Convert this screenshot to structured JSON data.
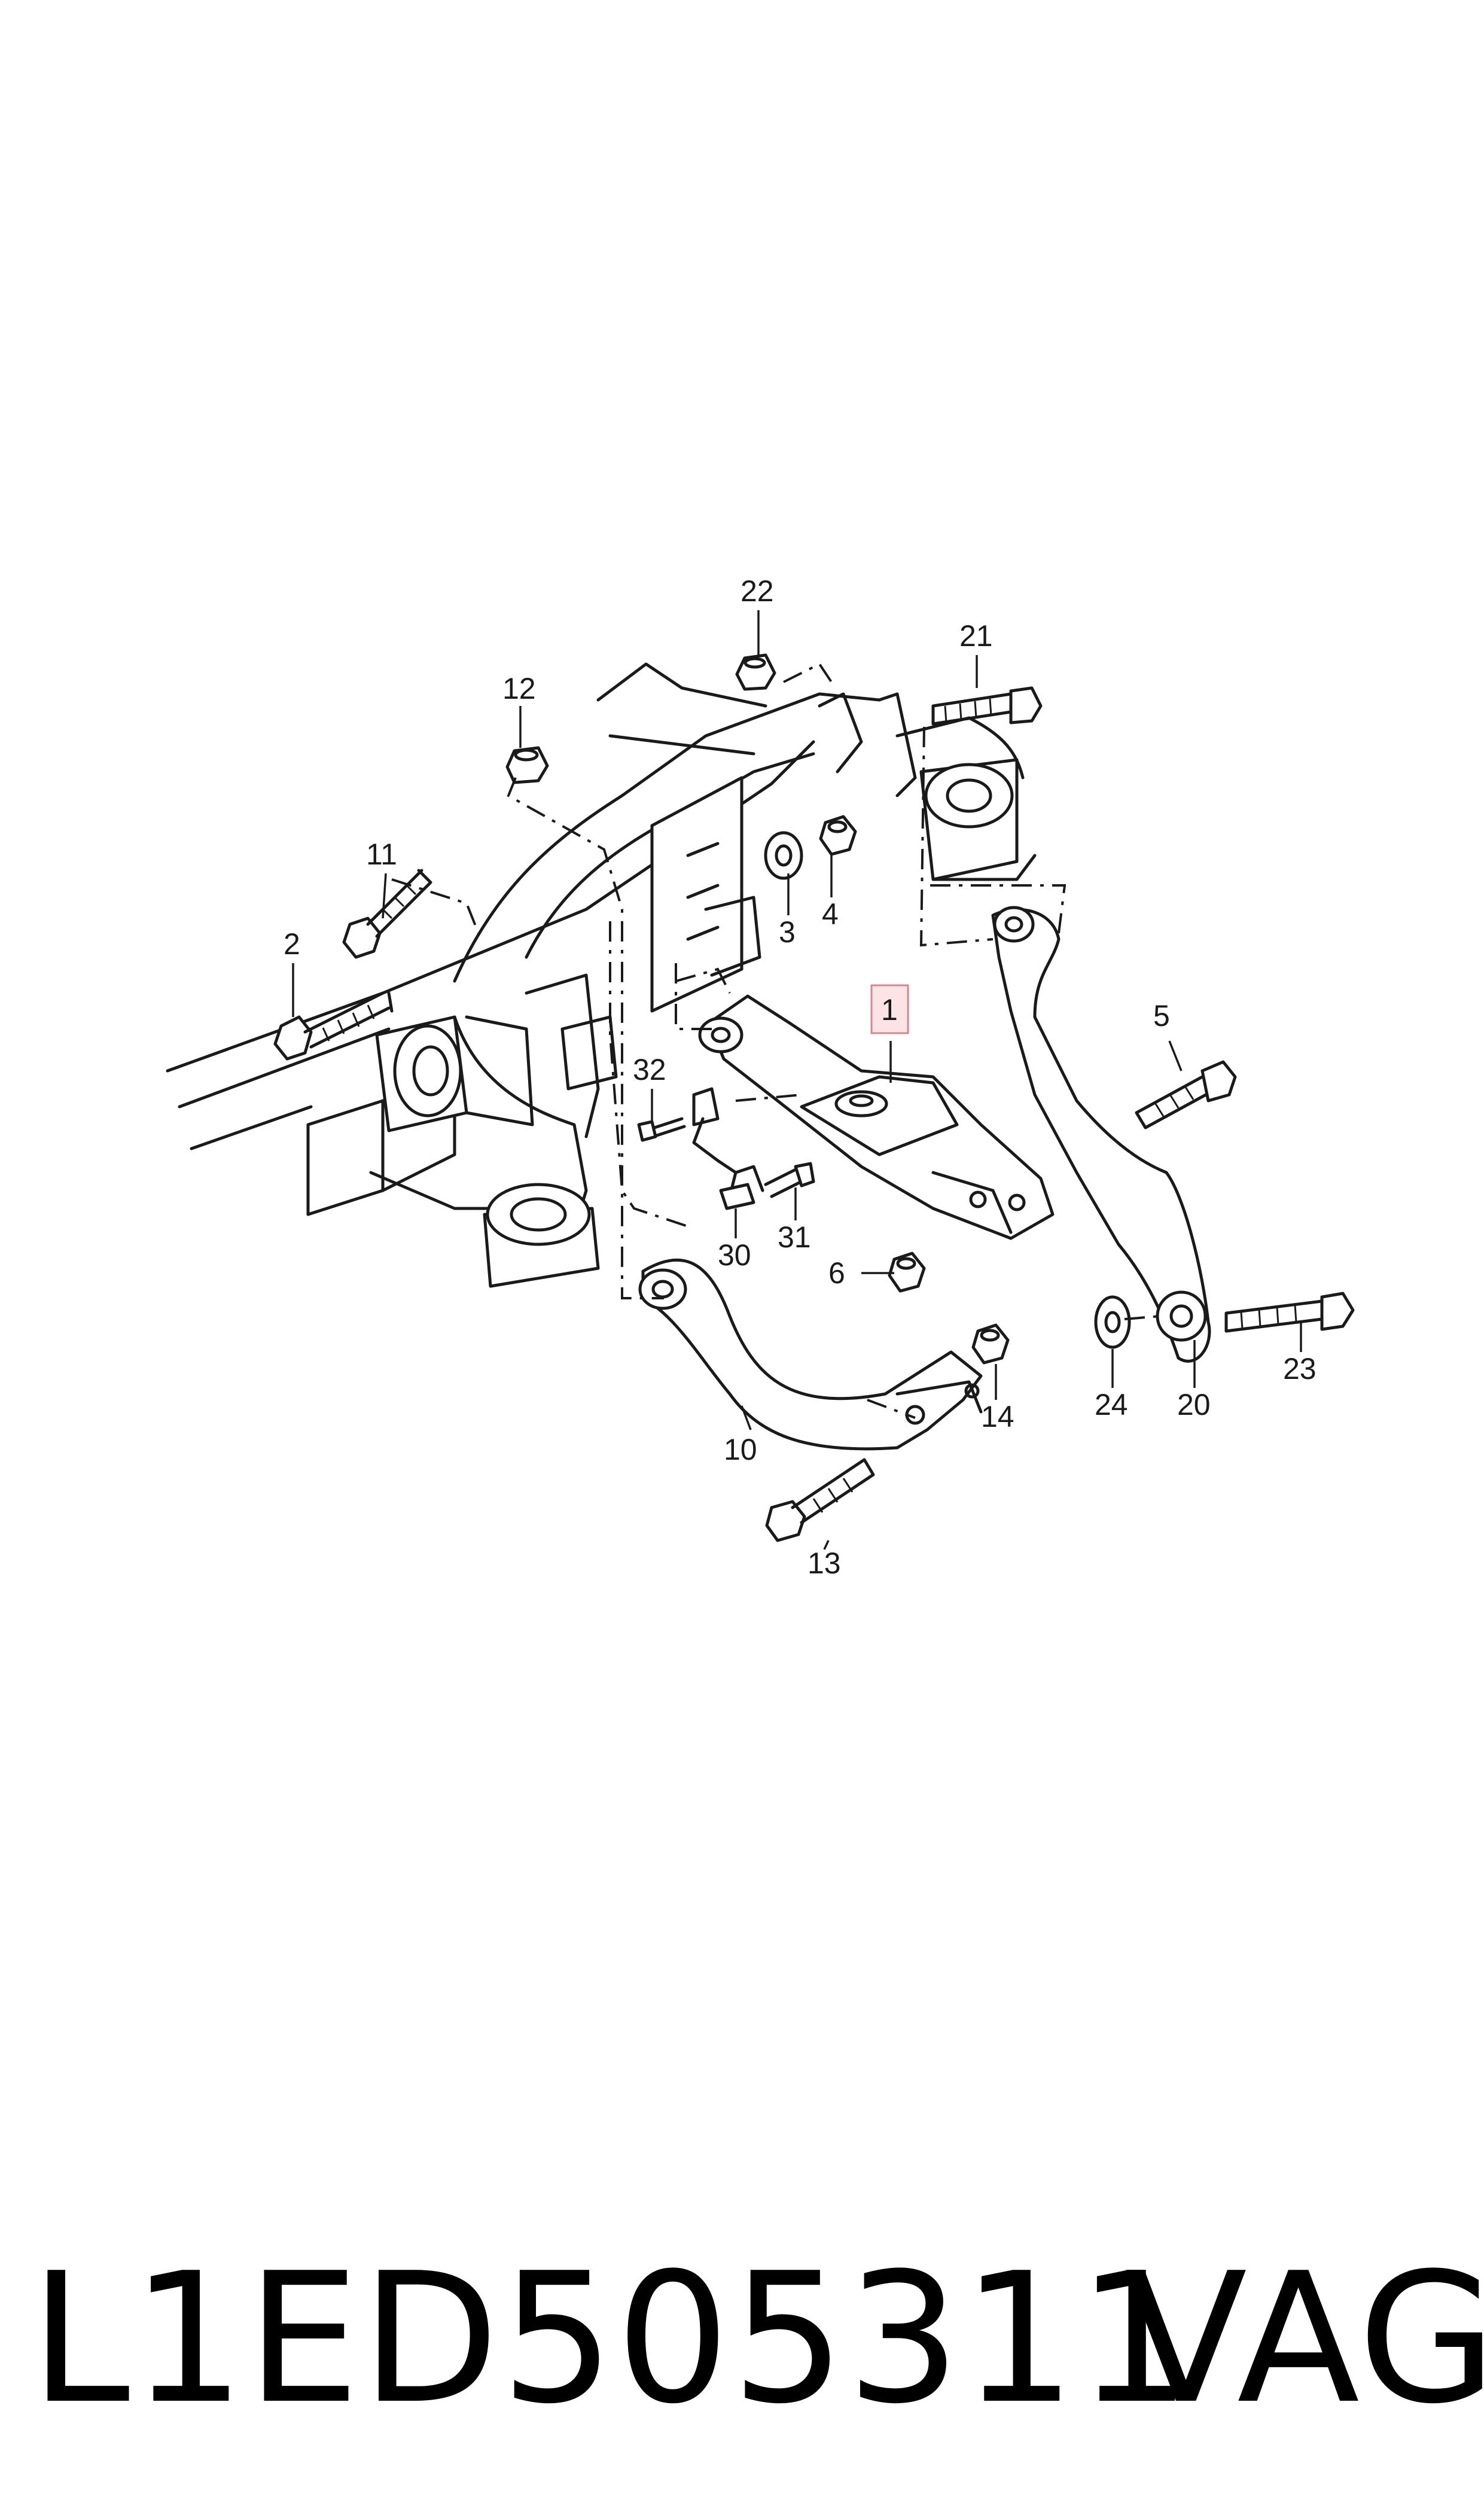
{
  "callouts": {
    "c1": "1",
    "c2": "2",
    "c3": "3",
    "c4": "4",
    "c5": "5",
    "c6": "6",
    "c10": "10",
    "c11": "11",
    "c12": "12",
    "c13": "13",
    "c14": "14",
    "c20": "20",
    "c21": "21",
    "c22": "22",
    "c23": "23",
    "c24": "24",
    "c30": "30",
    "c31": "31",
    "c32": "32"
  },
  "highlighted_callout": "1",
  "highlight_color": "#fbe3e6",
  "footer": {
    "part_number": "L1ED505311",
    "brand": "VAG"
  }
}
